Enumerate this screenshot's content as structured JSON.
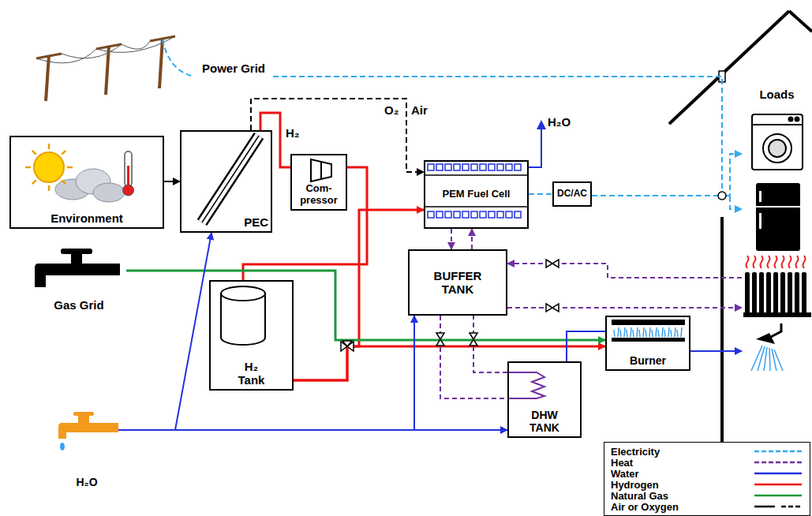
{
  "diagram": {
    "nodes": [
      {
        "text": [
          "Environment"
        ]
      },
      {
        "text": [
          "PEC"
        ]
      },
      {
        "text": [
          "Com- pressor"
        ]
      },
      {
        "text": [
          "H₂ Tank"
        ]
      },
      {
        "text": [
          "PEM Fuel Cell"
        ]
      },
      {
        "text": [
          "DC/AC"
        ]
      },
      {
        "text": [
          "BUFFER TANK"
        ]
      },
      {
        "text": [
          "Burner"
        ]
      },
      {
        "text": [
          "DHW TANK"
        ]
      },
      {
        "text": [
          "Gas Grid"
        ]
      },
      {
        "text": [
          "H₂O"
        ]
      },
      {
        "text": [
          "Power Grid"
        ]
      },
      {
        "text": [
          "Loads"
        ]
      }
    ],
    "edges": [
      {
        "from": 0,
        "to": 1,
        "arrow": "to"
      },
      {
        "from": 1,
        "to": 2,
        "label": "H₂",
        "arrow": "none"
      },
      {
        "from": 2,
        "to": 3,
        "arrow": "none"
      },
      {
        "from": 3,
        "to": 4,
        "arrow": "to"
      },
      {
        "from": 3,
        "to": 7,
        "arrow": "to"
      },
      {
        "from": 9,
        "to": 7,
        "arrow": "to"
      },
      {
        "from": 1,
        "to": 4,
        "label": "O₂",
        "arrow": "to"
      },
      {
        "from": 10,
        "to": 1,
        "arrow": "to"
      },
      {
        "from": 10,
        "to": 6,
        "arrow": "to"
      },
      {
        "from": 10,
        "to": 8,
        "arrow": "to"
      },
      {
        "from": 8,
        "to": 7,
        "arrow": "none"
      },
      {
        "from": 7,
        "to": 12,
        "arrow": "to"
      },
      {
        "from": 4,
        "to": 5,
        "arrow": "none"
      },
      {
        "from": 5,
        "to": 12,
        "arrow": "to"
      },
      {
        "from": 11,
        "to": 12,
        "arrow": "to"
      },
      {
        "from": 4,
        "to": 6,
        "arrow": "to"
      },
      {
        "from": 6,
        "to": 4,
        "arrow": "to"
      },
      {
        "from": 6,
        "to": 8,
        "arrow": "none"
      },
      {
        "from": 8,
        "to": 6,
        "arrow": "none"
      },
      {
        "from": 6,
        "to": 12,
        "arrow": "to"
      },
      {
        "from": 12,
        "to": 6,
        "arrow": "to"
      }
    ],
    "labels": [
      "H₂O",
      "Air"
    ],
    "legend": [
      {
        "text": "Electricity"
      },
      {
        "text": "Heat"
      },
      {
        "text": "Water"
      },
      {
        "text": "Hydrogen"
      },
      {
        "text": "Natural Gas"
      },
      {
        "text": "Air or Oxygen"
      }
    ]
  }
}
